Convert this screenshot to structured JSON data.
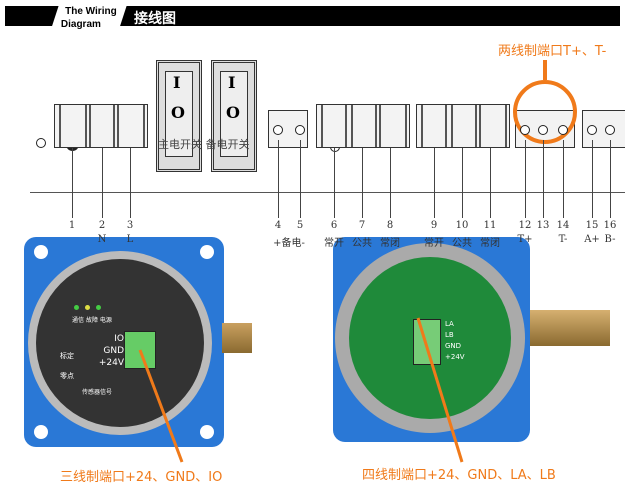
{
  "header": {
    "title_en_1": "The Wiring",
    "title_en_2": "Diagram",
    "title_cn": "接线图"
  },
  "switches": {
    "on_symbol": "I",
    "off_symbol": "O",
    "label": "主电开关 备电开关"
  },
  "terminals": [
    {
      "num": "1",
      "label": ""
    },
    {
      "num": "2",
      "label": "N"
    },
    {
      "num": "3",
      "label": "L"
    },
    {
      "num": "4",
      "label": "+备电-"
    },
    {
      "num": "5",
      "label": ""
    },
    {
      "num": "6",
      "label": "常开"
    },
    {
      "num": "7",
      "label": "公共"
    },
    {
      "num": "8",
      "label": "常闭"
    },
    {
      "num": "9",
      "label": "常开"
    },
    {
      "num": "10",
      "label": "公共"
    },
    {
      "num": "11",
      "label": "常闭"
    },
    {
      "num": "12",
      "label": "T+"
    },
    {
      "num": "13",
      "label": ""
    },
    {
      "num": "14",
      "label": "T-"
    },
    {
      "num": "15",
      "label": "A+"
    },
    {
      "num": "16",
      "label": "B-"
    }
  ],
  "callouts": {
    "two_wire": "两线制端口T+、T-",
    "three_wire": "三线制端口+24、GND、IO",
    "four_wire": "四线制端口+24、GND、LA、LB"
  },
  "left_device": {
    "led_labels": [
      "通信",
      "故障",
      "电源"
    ],
    "port_labels": [
      "IO",
      "GND",
      "+24V"
    ],
    "btn1": "标定",
    "btn2": "零点",
    "sensor": "传感器信号"
  },
  "right_device": {
    "port_labels": [
      "LA",
      "LB",
      "GND",
      "+24V"
    ]
  },
  "colors": {
    "accent": "#f07a1a",
    "device_blue": "#1f6fd0",
    "pcb_green": "#1f8a3a"
  }
}
